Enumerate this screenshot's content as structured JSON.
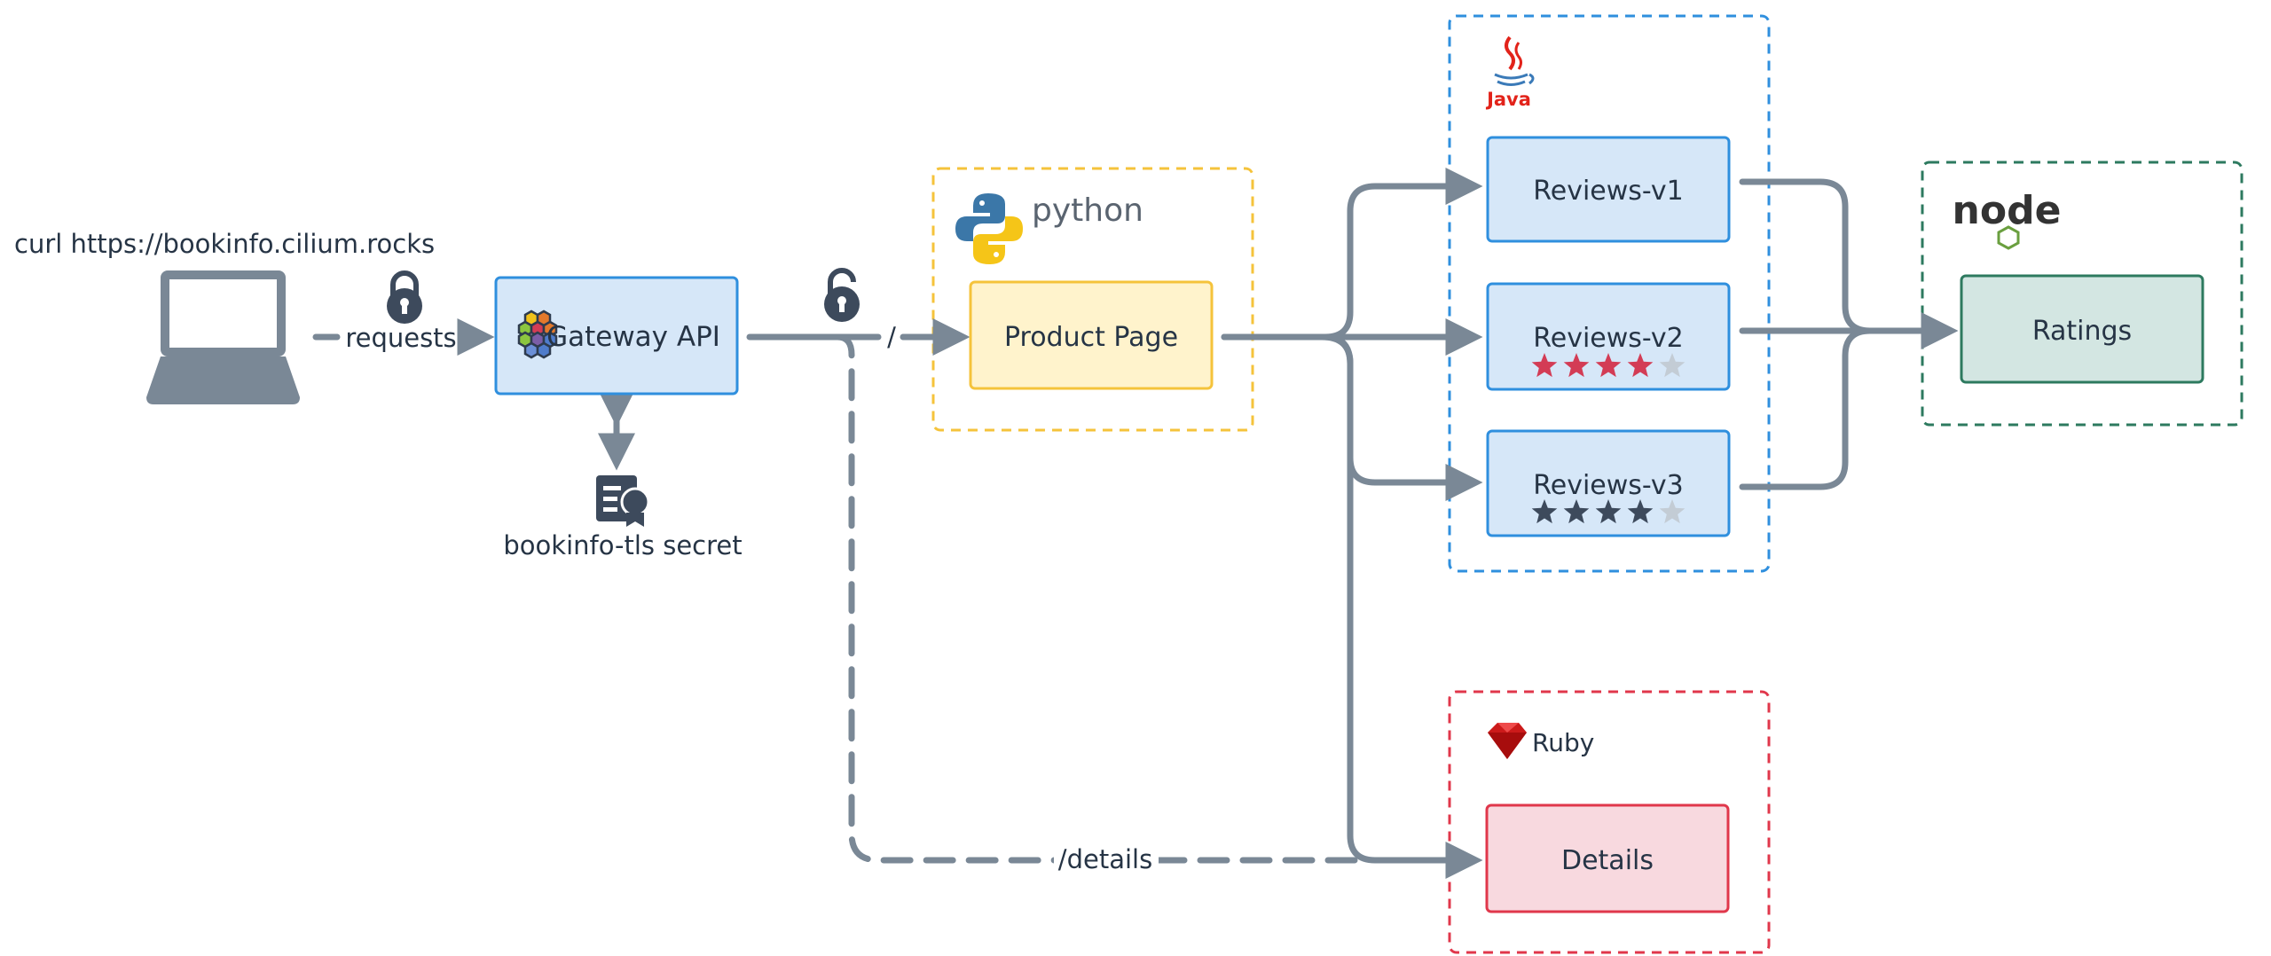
{
  "client": {
    "label": "curl https://bookinfo.cilium.rocks"
  },
  "edges": {
    "requests": "requests",
    "root_path": "/",
    "details_path": "/details"
  },
  "gateway": {
    "label": "Gateway API"
  },
  "secret": {
    "label": "bookinfo-tls secret"
  },
  "python_group": {
    "logo_text": "python"
  },
  "product_page": {
    "label": "Product Page"
  },
  "java_group": {
    "logo_text": "Java"
  },
  "reviews": [
    {
      "label": "Reviews-v1",
      "stars": 0,
      "star_color": ""
    },
    {
      "label": "Reviews-v2",
      "stars": 4,
      "star_color": "#d33c55"
    },
    {
      "label": "Reviews-v3",
      "stars": 4,
      "star_color": "#3d4a5c"
    }
  ],
  "node_group": {
    "logo_text": "node"
  },
  "ratings": {
    "label": "Ratings"
  },
  "ruby_group": {
    "logo_text": "Ruby"
  },
  "details": {
    "label": "Details"
  },
  "colors": {
    "edge": "#7a8896",
    "python_border": "#f5c33b",
    "java_border": "#2f8fde",
    "node_border": "#2d7a5f",
    "ruby_border": "#e0374b",
    "blue_fill": "#d6e7f8",
    "yellow_fill": "#fff3cc",
    "green_fill": "#d3e6e2",
    "red_fill": "#f8d9df",
    "empty_star": "#c3ccd5"
  }
}
